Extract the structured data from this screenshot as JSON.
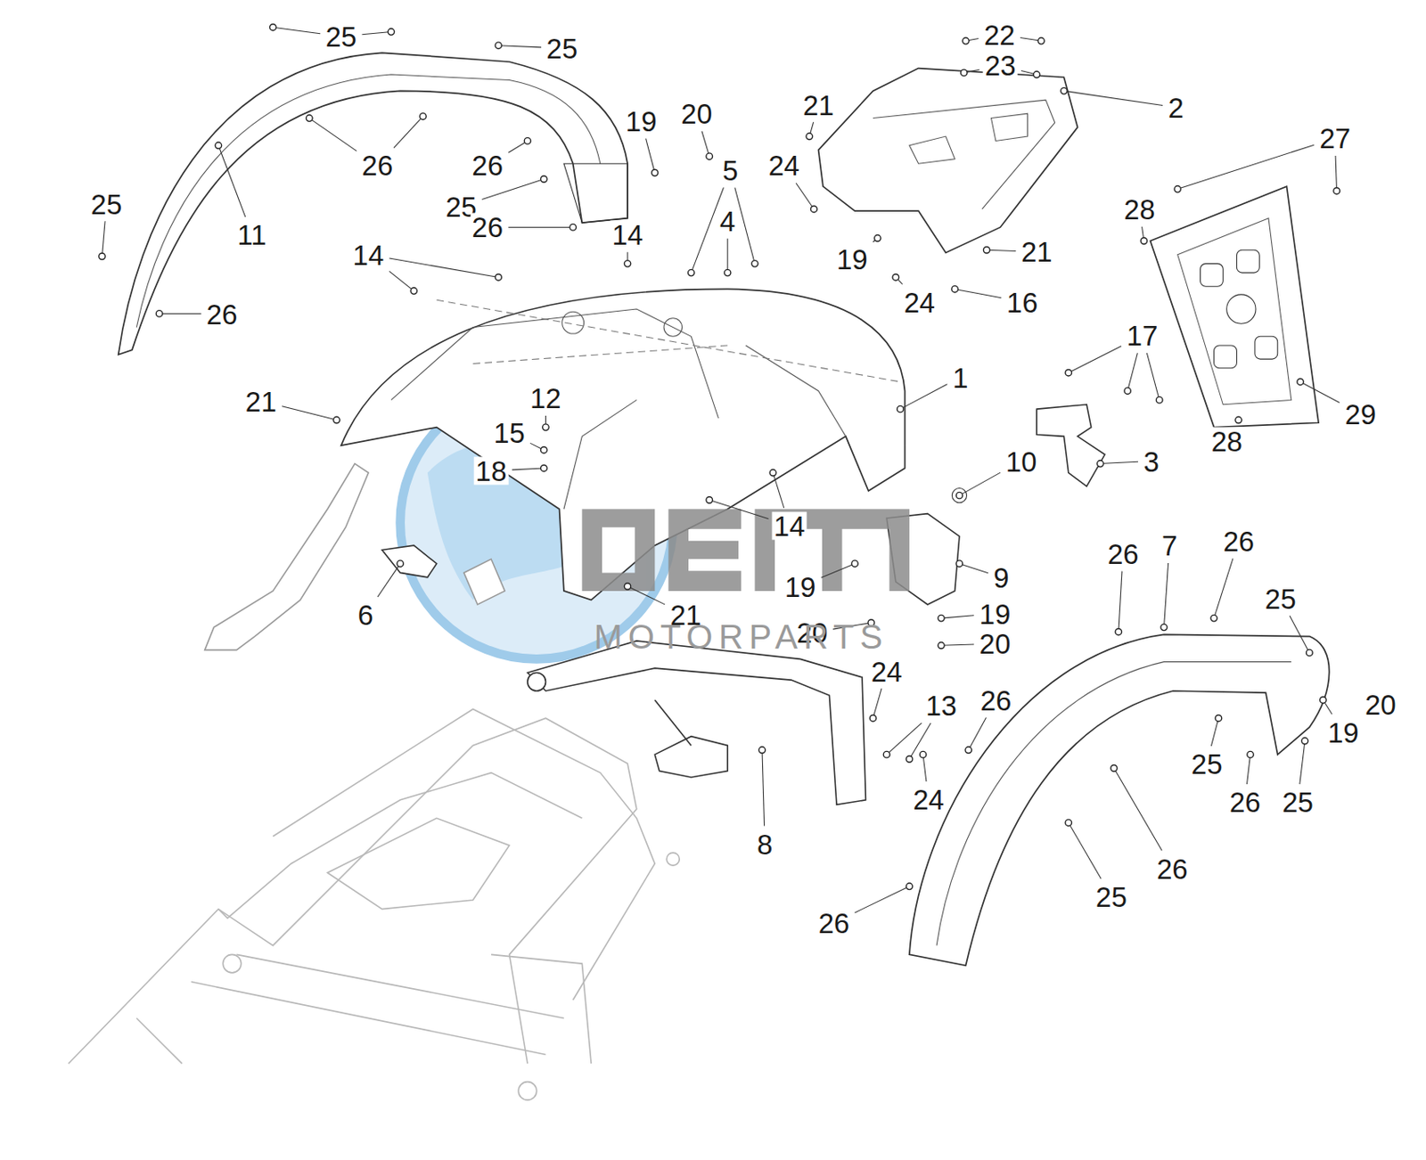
{
  "diagram": {
    "labels": [
      "25",
      "25",
      "25",
      "11",
      "26",
      "26",
      "25",
      "26",
      "19",
      "20",
      "14",
      "5",
      "4",
      "14",
      "26",
      "21",
      "12",
      "15",
      "18",
      "6",
      "14",
      "21",
      "22",
      "23",
      "21",
      "2",
      "24",
      "19",
      "21",
      "24",
      "16",
      "27",
      "28",
      "1",
      "17",
      "10",
      "3",
      "28",
      "29",
      "9",
      "19",
      "19",
      "20",
      "20",
      "24",
      "13",
      "24",
      "8",
      "26",
      "7",
      "26",
      "25",
      "26",
      "20",
      "19",
      "25",
      "26",
      "25",
      "26",
      "25",
      "26",
      "MOTORPARTS"
    ]
  }
}
